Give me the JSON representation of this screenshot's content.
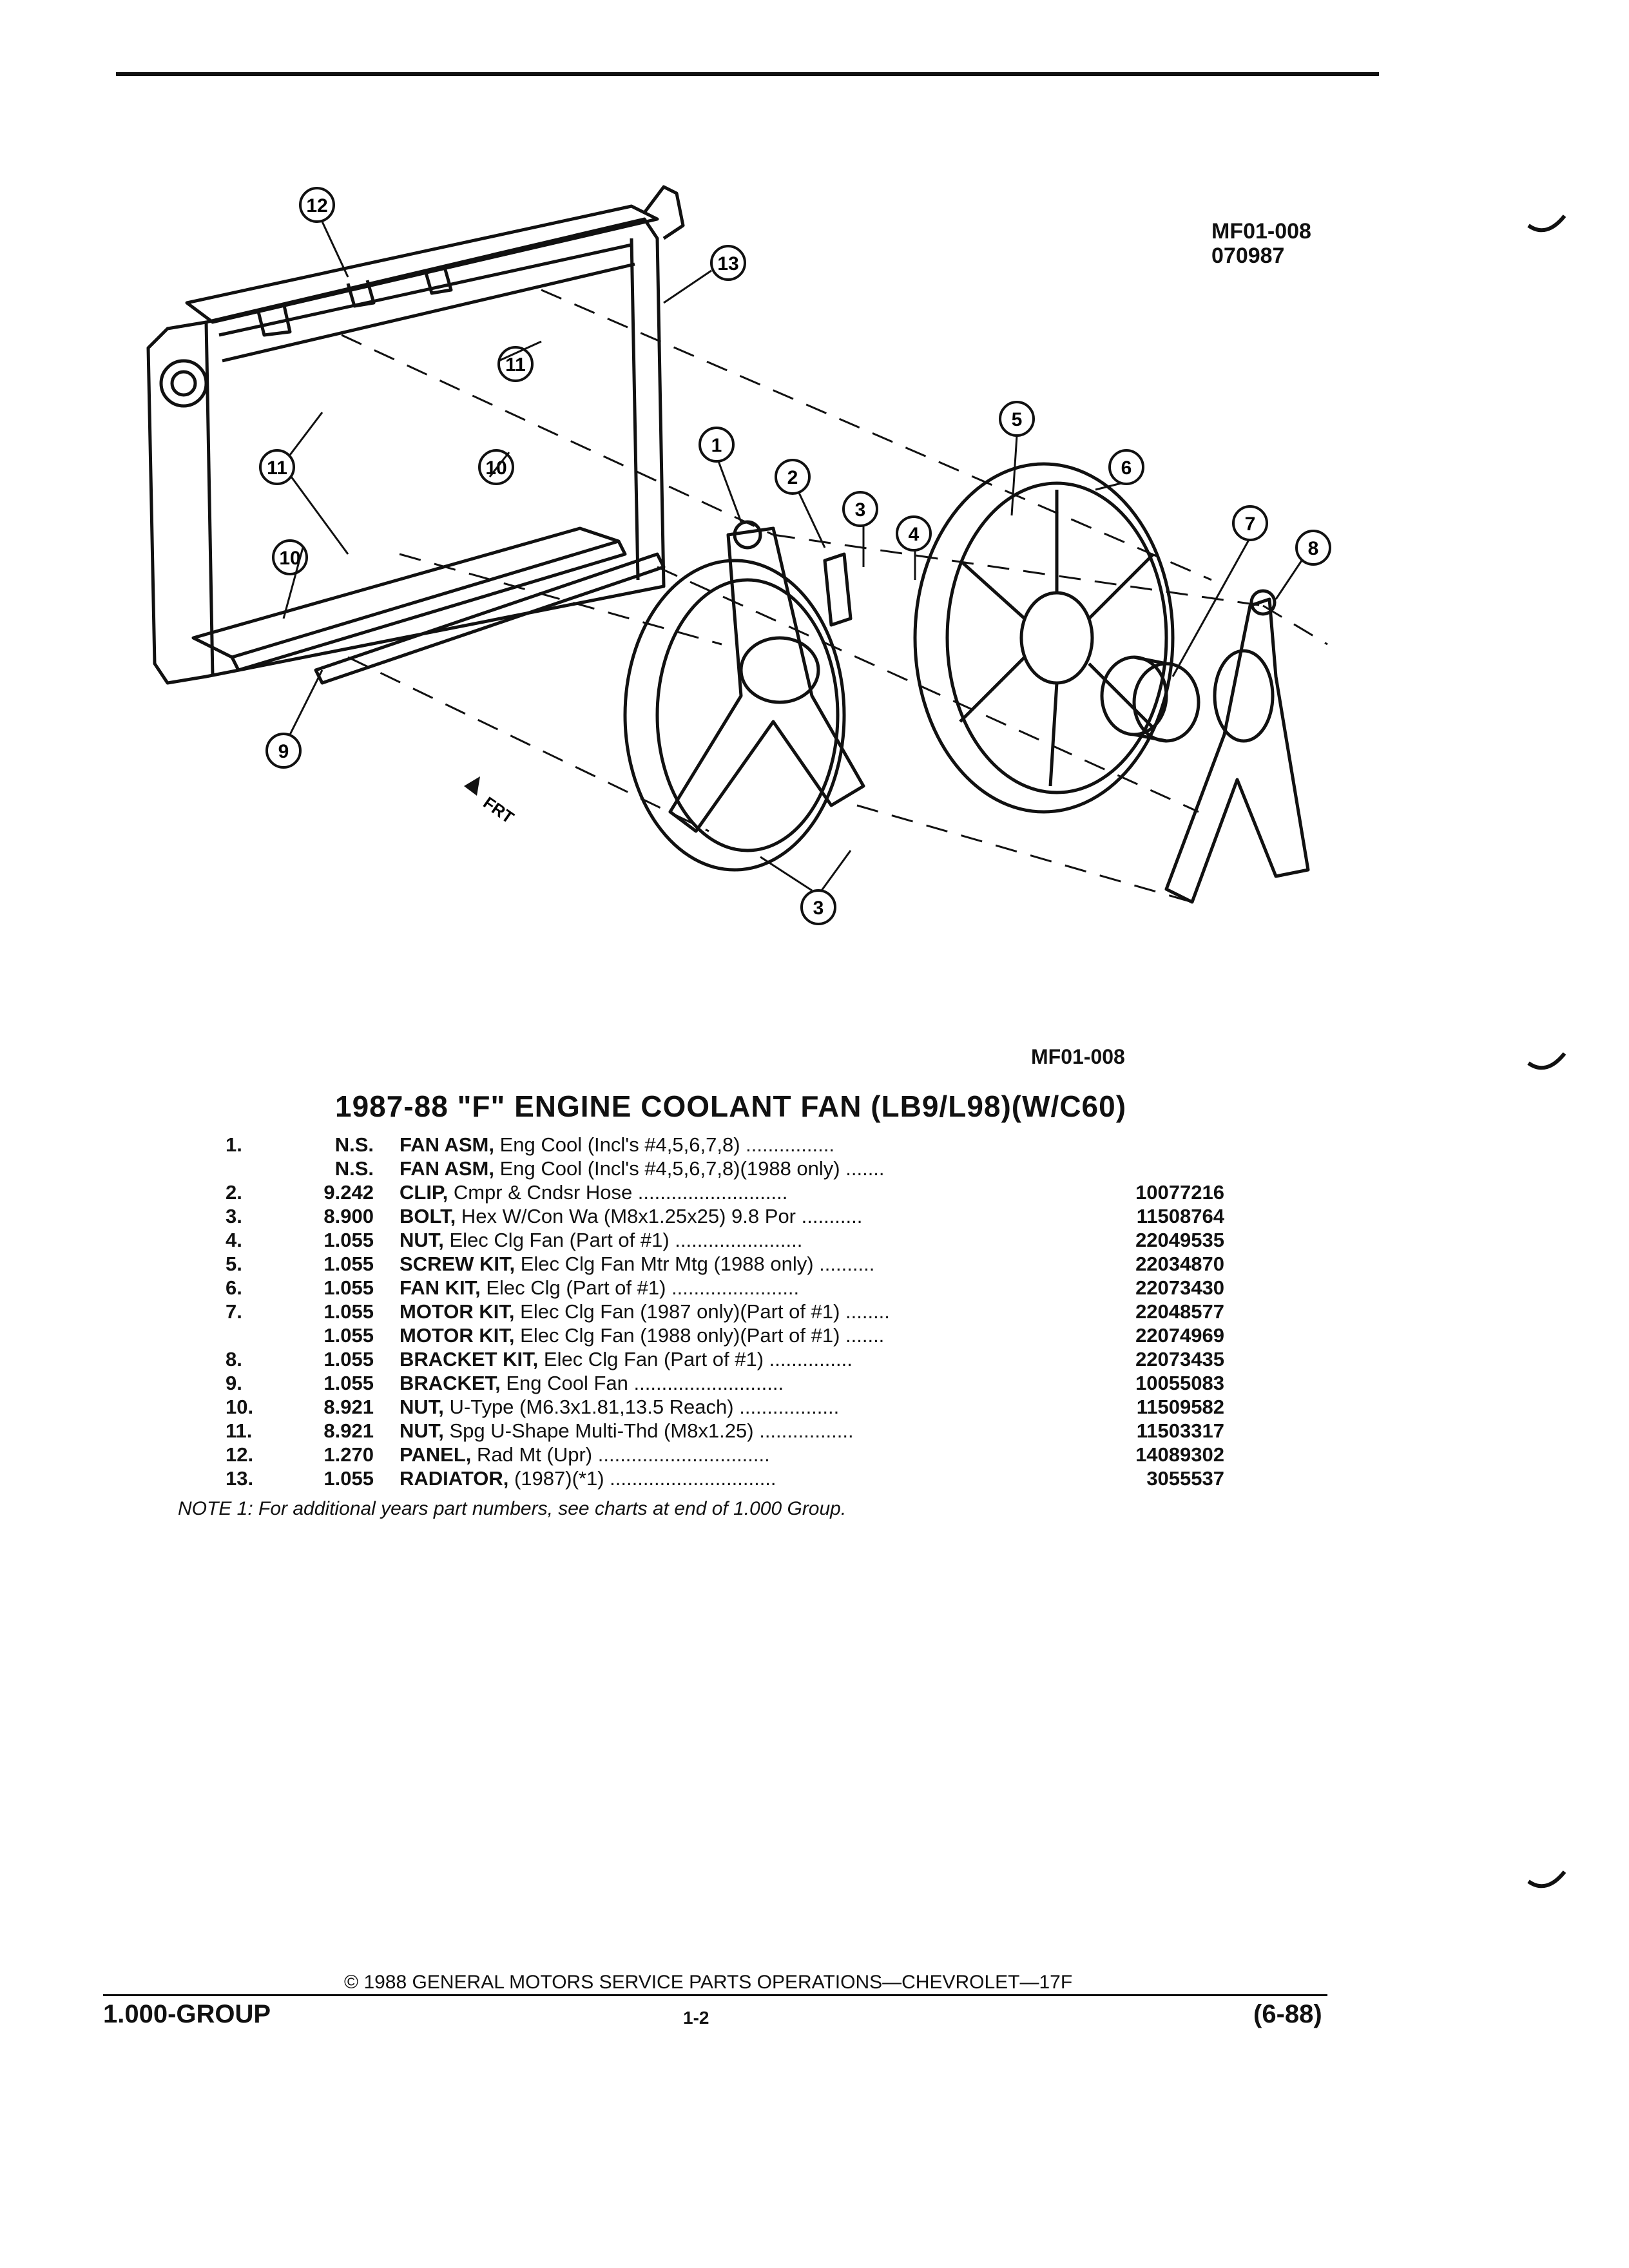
{
  "header": {
    "fig_code": "MF01-008",
    "fig_date": "070987"
  },
  "figure": {
    "callouts": [
      "1",
      "2",
      "3",
      "3",
      "4",
      "5",
      "6",
      "7",
      "8",
      "9",
      "10",
      "10",
      "11",
      "11",
      "12",
      "13"
    ],
    "front_label": "FRT"
  },
  "figure_code_below": "MF01-008",
  "title": "1987-88 \"F\" ENGINE COOLANT FAN (LB9/L98)(W/C60)",
  "parts": [
    {
      "no": "1.",
      "group": "N.S.",
      "name": "FAN ASM,",
      "desc": " Eng Cool (Incl's #4,5,6,7,8) ................",
      "pn": ""
    },
    {
      "no": "",
      "group": "N.S.",
      "name": "FAN ASM,",
      "desc": " Eng Cool (Incl's #4,5,6,7,8)(1988 only) .......",
      "pn": ""
    },
    {
      "no": "2.",
      "group": "9.242",
      "name": "CLIP,",
      "desc": " Cmpr & Cndsr Hose ...........................",
      "pn": "10077216"
    },
    {
      "no": "3.",
      "group": "8.900",
      "name": "BOLT,",
      "desc": " Hex W/Con Wa (M8x1.25x25) 9.8 Por ...........",
      "pn": "11508764"
    },
    {
      "no": "4.",
      "group": "1.055",
      "name": "NUT,",
      "desc": " Elec Clg Fan (Part of #1) .......................",
      "pn": "22049535"
    },
    {
      "no": "5.",
      "group": "1.055",
      "name": "SCREW KIT,",
      "desc": " Elec Clg Fan Mtr Mtg (1988 only) ..........",
      "pn": "22034870"
    },
    {
      "no": "6.",
      "group": "1.055",
      "name": "FAN KIT,",
      "desc": " Elec Clg (Part of #1) .......................",
      "pn": "22073430"
    },
    {
      "no": "7.",
      "group": "1.055",
      "name": "MOTOR KIT,",
      "desc": " Elec Clg Fan (1987 only)(Part of #1) ........",
      "pn": "22048577"
    },
    {
      "no": "",
      "group": "1.055",
      "name": "MOTOR KIT,",
      "desc": " Elec Clg Fan (1988 only)(Part of #1) .......",
      "pn": "22074969"
    },
    {
      "no": "8.",
      "group": "1.055",
      "name": "BRACKET KIT,",
      "desc": " Elec Clg Fan (Part of #1) ...............",
      "pn": "22073435"
    },
    {
      "no": "9.",
      "group": "1.055",
      "name": "BRACKET,",
      "desc": " Eng Cool Fan ...........................",
      "pn": "10055083"
    },
    {
      "no": "10.",
      "group": "8.921",
      "name": "NUT,",
      "desc": " U-Type (M6.3x1.81,13.5 Reach) ..................",
      "pn": "11509582"
    },
    {
      "no": "11.",
      "group": "8.921",
      "name": "NUT,",
      "desc": " Spg U-Shape Multi-Thd (M8x1.25) .................",
      "pn": "11503317"
    },
    {
      "no": "12.",
      "group": "1.270",
      "name": "PANEL,",
      "desc": " Rad Mt (Upr) ...............................",
      "pn": "14089302"
    },
    {
      "no": "13.",
      "group": "1.055",
      "name": "RADIATOR,",
      "desc": " (1987)(*1) ..............................",
      "pn": "3055537"
    }
  ],
  "note": "NOTE 1: For additional years part numbers, see charts at end of 1.000 Group.",
  "footer": {
    "copyright": "© 1988 GENERAL MOTORS SERVICE PARTS OPERATIONS—CHEVROLET—17F",
    "group": "1.000-GROUP",
    "page": "1-2",
    "revision": "(6-88)"
  }
}
